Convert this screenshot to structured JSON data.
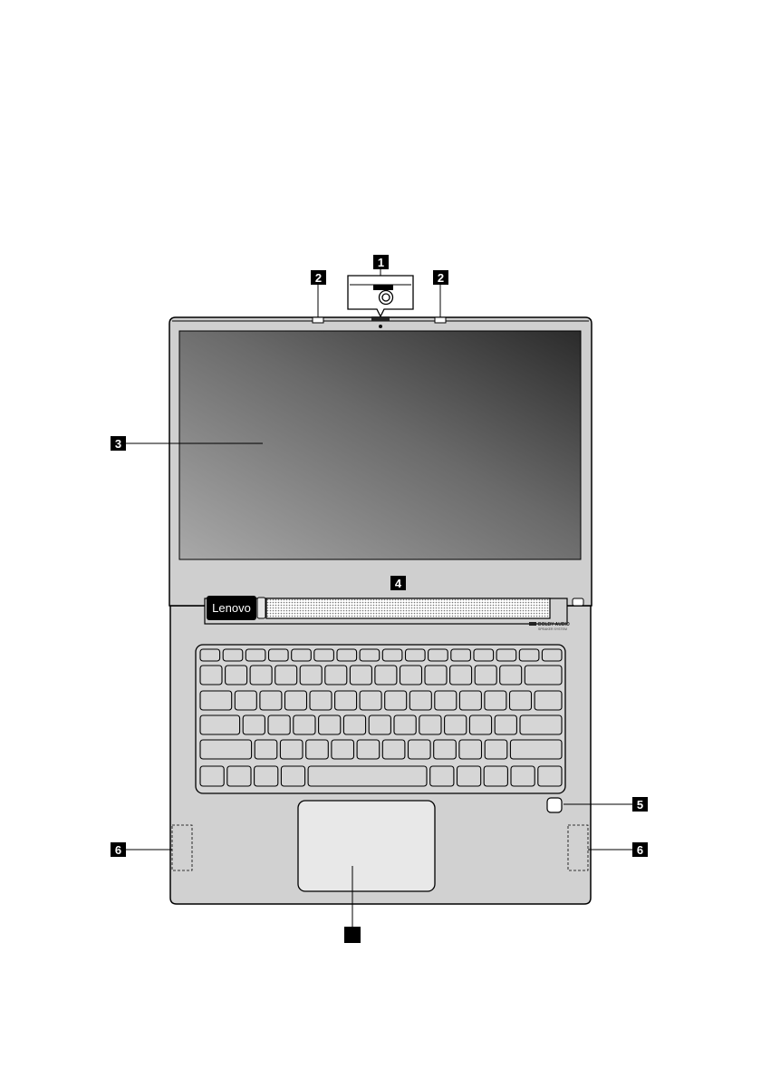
{
  "diagram": {
    "logo_text": "Lenovo",
    "dolby_text": "DOLBY AUDIO",
    "dolby_subtext": "SPEAKER SYSTEM",
    "callouts": {
      "c1": "1",
      "c2a": "2",
      "c2b": "2",
      "c3": "3",
      "c4": "4",
      "c5": "5",
      "c6a": "6",
      "c6b": "6",
      "c7": ""
    }
  }
}
